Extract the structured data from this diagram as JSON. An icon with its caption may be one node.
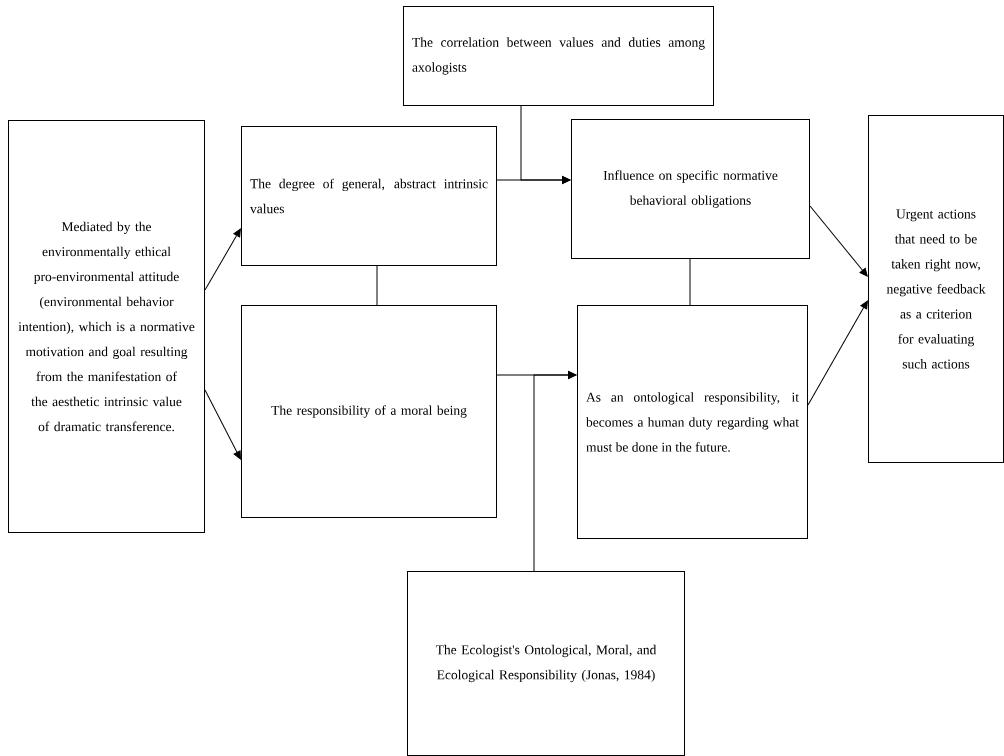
{
  "diagram": {
    "nodes": [
      {
        "text": [
          "Mediated by the environmentally ethical pro-environmental attitude (environmental behavior intention), which is a normative motivation and goal resulting from the manifestation of the aesthetic intrinsic value of dramatic transference."
        ]
      },
      {
        "text": [
          "The correlation between values and duties among axologists"
        ]
      },
      {
        "text": [
          "The degree of general, abstract intrinsic values"
        ]
      },
      {
        "text": [
          "Influence on specific normative behavioral obligations"
        ]
      },
      {
        "text": [
          "Urgent actions that need to be taken right now, negative feedback as a criterion for evaluating such actions"
        ]
      },
      {
        "text": [
          "The responsibility of a moral being"
        ]
      },
      {
        "text": [
          "As an ontological responsibility, it becomes a human duty regarding what must be done in the future."
        ]
      },
      {
        "text": [
          "The Ecologist's Ontological, Moral, and Ecological Responsibility (Jonas, 1984)"
        ]
      }
    ],
    "edges": [
      {
        "from": 0,
        "to": 2,
        "arrow": "to"
      },
      {
        "from": 0,
        "to": 5,
        "arrow": "to"
      },
      {
        "from": 2,
        "to": 3,
        "arrow": "to"
      },
      {
        "from": 1,
        "to": 3,
        "arrow": "to"
      },
      {
        "from": 2,
        "to": 5,
        "arrow": "none"
      },
      {
        "from": 3,
        "to": 6,
        "arrow": "none"
      },
      {
        "from": 5,
        "to": 6,
        "arrow": "to"
      },
      {
        "from": 7,
        "to": 6,
        "arrow": "to"
      },
      {
        "from": 3,
        "to": 4,
        "arrow": "to"
      },
      {
        "from": 6,
        "to": 4,
        "arrow": "to"
      }
    ]
  }
}
